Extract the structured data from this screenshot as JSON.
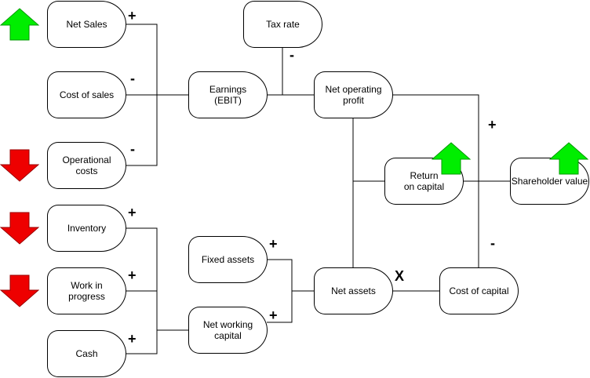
{
  "nodes": {
    "net_sales": "Net Sales",
    "cost_of_sales": "Cost of sales",
    "operational_costs": "Operational\ncosts",
    "inventory": "Inventory",
    "work_in_progress": "Work in\nprogress",
    "cash": "Cash",
    "earnings": "Earnings\n(EBIT)",
    "fixed_assets": "Fixed assets",
    "net_working_capital": "Net working\ncapital",
    "tax_rate": "Tax rate",
    "net_operating_profit": "Net operating\nprofit",
    "return_on_capital": "Return\non capital",
    "net_assets": "Net assets",
    "cost_of_capital": "Cost of capital",
    "shareholder_value": "Shareholder value"
  },
  "signs": {
    "net_sales": "+",
    "cost_of_sales": "-",
    "operational_costs": "-",
    "inventory": "+",
    "work_in_progress": "+",
    "cash": "+",
    "tax_rate": "-",
    "fixed_assets": "+",
    "net_working_capital": "+",
    "net_assets": "X",
    "nop_to_sv": "+",
    "coc_to_sv": "-"
  },
  "colors": {
    "up": "#00ee00",
    "down": "#ee0000"
  },
  "indicators": {
    "net_sales": "up-arrow",
    "operational_costs": "down-arrow",
    "inventory": "down-arrow",
    "work_in_progress": "down-arrow",
    "return_on_capital": "up-arrow",
    "shareholder_value": "up-arrow"
  }
}
